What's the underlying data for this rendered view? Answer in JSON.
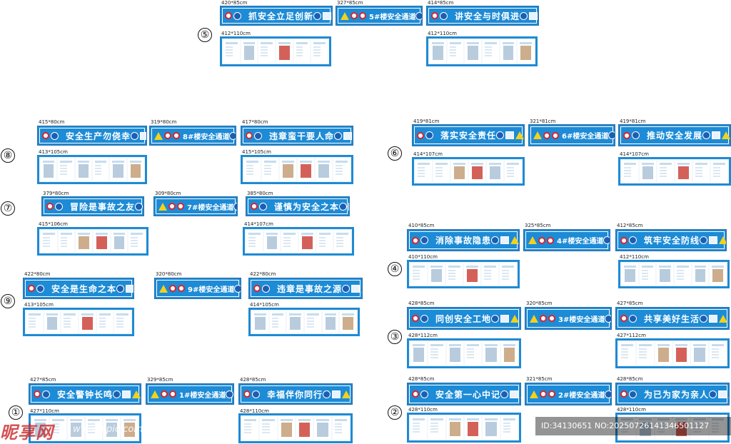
{
  "groups": [
    {
      "number": "⑤",
      "dims": {
        "left_banner": "420*85cm",
        "mid_banner": "327*85cm",
        "right_banner": "414*85cm",
        "left_board": "412*110cm",
        "right_board": "412*110cm"
      },
      "slogans": {
        "left": "抓安全立足创新",
        "mid": "5#楼安全通道",
        "right": "讲安全与时俱进"
      }
    },
    {
      "number": "⑧",
      "dims": {
        "left_banner": "415*80cm",
        "mid_banner": "319*80cm",
        "right_banner": "417*80cm",
        "left_board": "413*105cm",
        "right_board": "415*105cm"
      },
      "slogans": {
        "left": "安全生产勿侥幸",
        "mid": "8#楼安全通道",
        "right": "违章蛮干要人命"
      }
    },
    {
      "number": "⑦",
      "dims": {
        "left_banner": "379*80cm",
        "mid_banner": "309*80cm",
        "right_banner": "385*80cm",
        "left_board": "415*106cm",
        "right_board": "414*107cm"
      },
      "slogans": {
        "left": "冒险是事故之友",
        "mid": "7#楼安全通道",
        "right": "谨慎为安全之本"
      }
    },
    {
      "number": "⑨",
      "dims": {
        "left_banner": "422*80cm",
        "mid_banner": "320*80cm",
        "right_banner": "422*80cm",
        "left_board": "413*105cm",
        "right_board": "414*105cm"
      },
      "slogans": {
        "left": "安全是生命之本",
        "mid": "9#楼安全通道",
        "right": "违章是事故之源"
      }
    },
    {
      "number": "①",
      "dims": {
        "left_banner": "427*85cm",
        "mid_banner": "329*85cm",
        "right_banner": "428*85cm",
        "left_board": "427*110cm",
        "right_board": "428*110cm"
      },
      "slogans": {
        "left": "安全警钟长鸣",
        "mid": "1#楼安全通道",
        "right": "幸福伴你同行"
      }
    },
    {
      "number": "⑥",
      "dims": {
        "left_banner": "419*81cm",
        "mid_banner": "321*81cm",
        "right_banner": "419*81cm",
        "left_board": "414*107cm",
        "right_board": "414*107cm"
      },
      "slogans": {
        "left": "落实安全责任",
        "mid": "6#楼安全通道",
        "right": "推动安全发展"
      }
    },
    {
      "number": "④",
      "dims": {
        "left_banner": "410*85cm",
        "mid_banner": "325*85cm",
        "right_banner": "412*85cm",
        "left_board": "410*110cm",
        "right_board": "412*110cm"
      },
      "slogans": {
        "left": "消除事故隐患",
        "mid": "4#楼安全通道",
        "right": "筑牢安全防线"
      }
    },
    {
      "number": "③",
      "dims": {
        "left_banner": "428*85cm",
        "mid_banner": "320*85cm",
        "right_banner": "427*85cm",
        "left_board": "428*112cm",
        "right_board": "427*112cm"
      },
      "slogans": {
        "left": "同创安全工地",
        "mid": "3#楼安全通道",
        "right": "共享美好生活"
      }
    },
    {
      "number": "②",
      "dims": {
        "left_banner": "428*85cm",
        "mid_banner": "321*85cm",
        "right_banner": "428*85cm",
        "left_board": "428*110cm",
        "right_board": "428*110cm"
      },
      "slogans": {
        "left": "安全第一心中记",
        "mid": "2#楼安全通道",
        "right": "为已为家为亲人"
      }
    }
  ],
  "watermark": {
    "left": "昵享网",
    "site": "www.nipic.com",
    "id_text": "ID:34130651 NO:20250726141346501127"
  },
  "colors": {
    "banner_blue": "#1d8bd6",
    "board_blue": "#1f8ad3",
    "prohibit_red": "#d9262c",
    "warning_yellow": "#f3d21c"
  }
}
